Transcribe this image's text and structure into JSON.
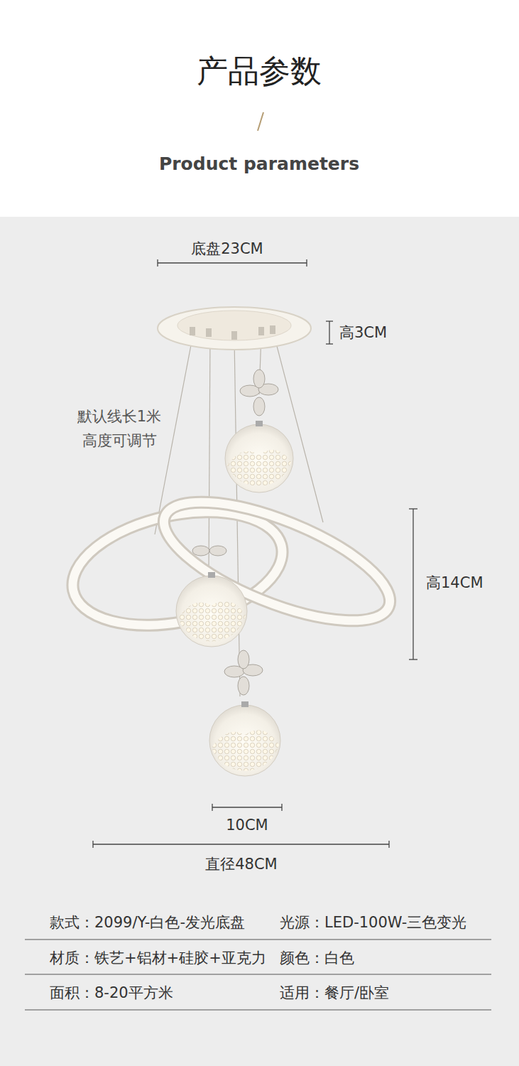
{
  "diagram": {
    "title": "产品参数",
    "labels": [
      "Product parameters",
      "底盘23CM",
      "高3CM",
      "默认线长1米 高度可调节",
      "高14CM",
      "10CM",
      "直径48CM",
      "款式：2099/Y-白色-发光底盘",
      "光源：LED-100W-三色变光",
      "材质：铁艺+铝材+硅胶+亚克力",
      "颜色：白色",
      "面积：8-20平方米",
      "适用：餐厅/卧室"
    ]
  }
}
